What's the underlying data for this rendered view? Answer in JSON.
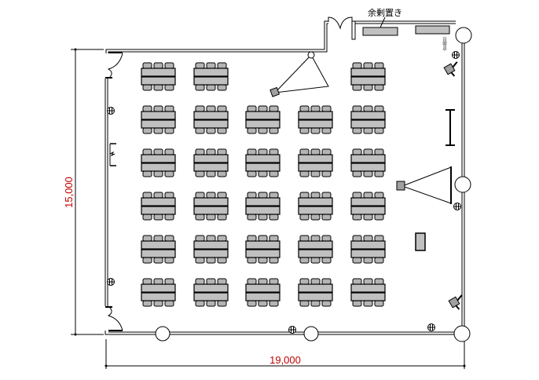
{
  "plan": {
    "dimension_width": "19,000",
    "dimension_height": "15,000",
    "storage_label": "余剰置き",
    "console_label": "音響卓",
    "table_rows": 6,
    "table_cols": 5,
    "chairs_per_side": 3,
    "missing_tables": [
      [
        0,
        2
      ],
      [
        0,
        3
      ]
    ],
    "colors": {
      "dimension": "#c00000",
      "table": "#c0c0c0"
    }
  }
}
